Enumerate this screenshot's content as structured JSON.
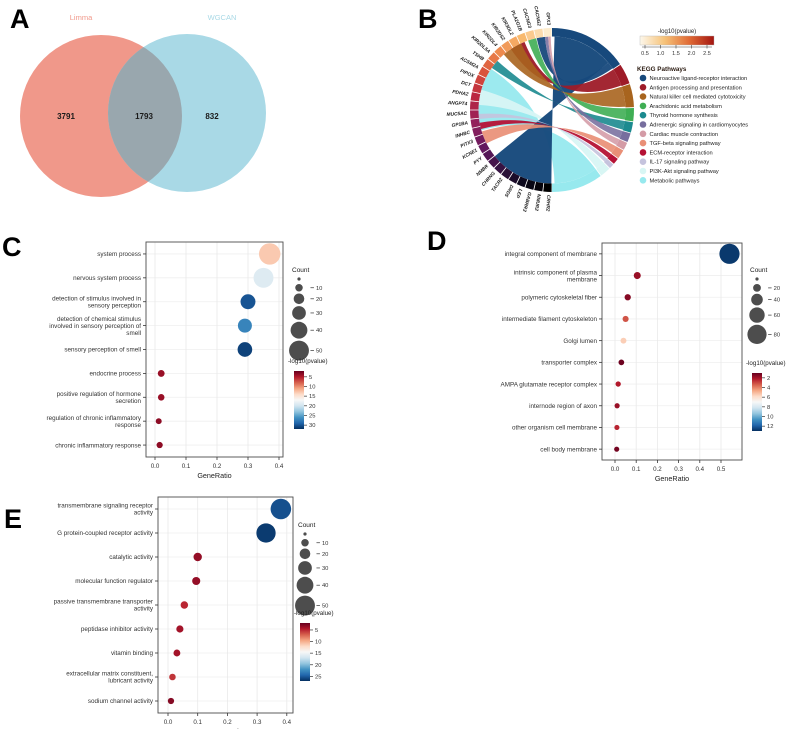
{
  "panels": [
    {
      "label": "A"
    },
    {
      "label": "B"
    },
    {
      "label": "C"
    },
    {
      "label": "D"
    },
    {
      "label": "E"
    }
  ],
  "chart_data": [
    {
      "id": "venn",
      "type": "venn",
      "sets": [
        {
          "name": "Limma",
          "color": "#f0988a",
          "only_count": "3791"
        },
        {
          "name": "WGCAN",
          "color": "#a9d9e6",
          "only_count": "832"
        }
      ],
      "intersection": {
        "count": "1793",
        "color": "#99a7ae"
      }
    },
    {
      "id": "chord",
      "type": "chord",
      "genes": [
        "GPX3",
        "CACNG2",
        "CACNG3",
        "PLA2G1B",
        "KIR3DL2",
        "KIR2DS2",
        "KIR2DL4",
        "KIR2DL5A",
        "TSHB",
        "ACSM2A",
        "PIPOX",
        "DCT",
        "PDHA2",
        "ANGPT4",
        "MUC5AC",
        "GP1BA",
        "INHBC",
        "PITX3",
        "KCNE1",
        "PYY",
        "NMBR",
        "CHRNG",
        "TACR2",
        "DRD5",
        "LEP",
        "GABRR3",
        "NMUR2",
        "CRHR2"
      ],
      "gene_arc_gradient": [
        "#fdeccd",
        "#f8b96e",
        "#ee8a4e",
        "#d9533b",
        "#bb2740",
        "#93205c",
        "#63195f",
        "#371343",
        "#0e0a1e",
        "#000000"
      ],
      "legend_title": "KEGG Pathways",
      "pathways": [
        {
          "name": "Neuroactive ligand-receptor interaction",
          "color": "#17497C",
          "span": [
            90,
            34
          ]
        },
        {
          "name": "Antigen processing and presentation",
          "color": "#9E1B28",
          "span": [
            33.4,
            19
          ]
        },
        {
          "name": "Natural killer cell mediated cytotoxicity",
          "color": "#A8641E",
          "span": [
            18.4,
            2
          ]
        },
        {
          "name": "Arachidonic acid metabolism",
          "color": "#3FAE54",
          "span": [
            1.4,
            -8
          ]
        },
        {
          "name": "Thyroid hormone synthesis",
          "color": "#1B8A8F",
          "span": [
            -8.6,
            -16
          ]
        },
        {
          "name": "Adrenergic signaling in cardiomyocytes",
          "color": "#776E9E",
          "span": [
            -16.6,
            -23
          ]
        },
        {
          "name": "Cardiac muscle contraction",
          "color": "#D49BA6",
          "span": [
            -23.6,
            -29
          ]
        },
        {
          "name": "TGF-beta signaling pathway",
          "color": "#E98F76",
          "span": [
            -29.6,
            -36
          ]
        },
        {
          "name": "ECM-receptor interaction",
          "color": "#B51235",
          "span": [
            -36.6,
            -41
          ]
        },
        {
          "name": "IL-17 signaling pathway",
          "color": "#C5C3DD",
          "span": [
            -41.6,
            -45
          ]
        },
        {
          "name": "PI3K-Akt signaling pathway",
          "color": "#D8F6F4",
          "span": [
            -45.6,
            -53
          ]
        },
        {
          "name": "Metabolic pathways",
          "color": "#97E9EE",
          "span": [
            -53.6,
            -90
          ]
        }
      ],
      "colorbar": {
        "title": "-log10(pvalue)",
        "ticks": [
          "0.5",
          "1.0",
          "1.5",
          "2.0",
          "2.5"
        ],
        "gradient": [
          "#fdf8ec",
          "#f6c278",
          "#e06a35",
          "#a31510"
        ]
      },
      "ribbons": [
        {
          "g": [
            146,
            196
          ],
          "p": [
            -53.6,
            -88
          ],
          "c": "#97E9EE",
          "o": 0.95
        },
        {
          "g": [
            164,
            176
          ],
          "p": [
            -45.6,
            -52.5
          ],
          "c": "#D8F6F4",
          "o": 0.95
        },
        {
          "g": [
            219,
            269.5
          ],
          "p": [
            88,
            40
          ],
          "c": "#17497C",
          "o": 0.97
        },
        {
          "g": [
            95.5,
            102
          ],
          "p": [
            40,
            34.5
          ],
          "c": "#17497C",
          "o": 0.95
        },
        {
          "g": [
            112,
            124
          ],
          "p": [
            33.4,
            19.5
          ],
          "c": "#9E1B28",
          "o": 0.95
        },
        {
          "g": [
            115,
            131
          ],
          "p": [
            18.4,
            2.5
          ],
          "c": "#A8641E",
          "o": 0.9
        },
        {
          "g": [
            102.5,
            109
          ],
          "p": [
            1.4,
            -7.5
          ],
          "c": "#3FAE54",
          "o": 0.9
        },
        {
          "g": [
            138,
            145
          ],
          "p": [
            -8.6,
            -15.5
          ],
          "c": "#1B8A8F",
          "o": 0.9
        },
        {
          "g": [
            93,
            95.5
          ],
          "p": [
            -16.6,
            -22.5
          ],
          "c": "#776E9E",
          "o": 0.88
        },
        {
          "g": [
            91,
            93
          ],
          "p": [
            -23.6,
            -28.5
          ],
          "c": "#D49BA6",
          "o": 0.88
        },
        {
          "g": [
            197,
            207
          ],
          "p": [
            -29.6,
            -35.5
          ],
          "c": "#E98F76",
          "o": 0.92
        },
        {
          "g": [
            190,
            195
          ],
          "p": [
            -36.6,
            -40.5
          ],
          "c": "#B51235",
          "o": 0.95
        },
        {
          "g": [
            183,
            187
          ],
          "p": [
            -41.6,
            -44.5
          ],
          "c": "#C5C3DD",
          "o": 0.9
        }
      ]
    },
    {
      "id": "bp",
      "type": "scatter",
      "xlabel": "GeneRatio",
      "xticks": [
        0.0,
        0.1,
        0.2,
        0.3,
        0.4
      ],
      "xlim": [
        -0.03,
        0.42
      ],
      "categories": [
        [
          "system process"
        ],
        [
          "nervous system process"
        ],
        [
          "detection of stimulus involved in",
          "sensory perception"
        ],
        [
          "detection of chemical stimulus",
          "involved in sensory perception of",
          "smell"
        ],
        [
          "sensory perception of smell"
        ],
        [
          "endocrine process"
        ],
        [
          "positive regulation of hormone",
          "secretion"
        ],
        [
          "regulation of chronic inflammatory",
          "response"
        ],
        [
          "chronic inflammatory response"
        ]
      ],
      "points": [
        {
          "gene_ratio": 0.37,
          "count": 55,
          "neglog10p": 13
        },
        {
          "gene_ratio": 0.35,
          "count": 50,
          "neglog10p": 19
        },
        {
          "gene_ratio": 0.3,
          "count": 34,
          "neglog10p": 30
        },
        {
          "gene_ratio": 0.29,
          "count": 31,
          "neglog10p": 27
        },
        {
          "gene_ratio": 0.29,
          "count": 33,
          "neglog10p": 31
        },
        {
          "gene_ratio": 0.02,
          "count": 8,
          "neglog10p": 4
        },
        {
          "gene_ratio": 0.02,
          "count": 7,
          "neglog10p": 4
        },
        {
          "gene_ratio": 0.012,
          "count": 5,
          "neglog10p": 3.5
        },
        {
          "gene_ratio": 0.015,
          "count": 6,
          "neglog10p": 3.5
        }
      ],
      "legend": {
        "count_title": "Count",
        "count_values": [
          10,
          20,
          30,
          40,
          50
        ],
        "pvalue_title": "-log10(pvalue)",
        "pvalue_ticks": [
          5,
          10,
          15,
          20,
          25,
          30
        ],
        "vmin": 2,
        "vmax": 32
      },
      "size_scale": {
        "base": 2.2,
        "factor": 0.155
      }
    },
    {
      "id": "cc",
      "type": "scatter",
      "xlabel": "GeneRatio",
      "xticks": [
        0.0,
        0.1,
        0.2,
        0.3,
        0.4,
        0.5
      ],
      "xlim": [
        -0.03,
        0.6
      ],
      "categories": [
        [
          "integral component of membrane"
        ],
        [
          "intrinsic component of plasma",
          "membrane"
        ],
        [
          "polymeric cytoskeletal fiber"
        ],
        [
          "intermediate filament cytoskeleton"
        ],
        [
          "Golgi lumen"
        ],
        [
          "transporter complex"
        ],
        [
          "AMPA glutamate receptor complex"
        ],
        [
          "internode region of axon"
        ],
        [
          "other organism cell membrane"
        ],
        [
          "cell body membrane"
        ]
      ],
      "points": [
        {
          "gene_ratio": 0.54,
          "count": 85,
          "neglog10p": 12.8
        },
        {
          "gene_ratio": 0.105,
          "count": 16,
          "neglog10p": 1.8
        },
        {
          "gene_ratio": 0.06,
          "count": 12,
          "neglog10p": 1.5
        },
        {
          "gene_ratio": 0.05,
          "count": 11,
          "neglog10p": 3.2
        },
        {
          "gene_ratio": 0.04,
          "count": 10,
          "neglog10p": 5.5
        },
        {
          "gene_ratio": 0.03,
          "count": 9,
          "neglog10p": 1.1
        },
        {
          "gene_ratio": 0.015,
          "count": 7,
          "neglog10p": 2.2
        },
        {
          "gene_ratio": 0.01,
          "count": 6,
          "neglog10p": 1.8
        },
        {
          "gene_ratio": 0.009,
          "count": 6,
          "neglog10p": 2.4
        },
        {
          "gene_ratio": 0.008,
          "count": 6,
          "neglog10p": 1.2
        }
      ],
      "legend": {
        "count_title": "Count",
        "count_values": [
          20,
          40,
          60,
          80
        ],
        "pvalue_title": "-log10(pvalue)",
        "pvalue_ticks": [
          2,
          4,
          6,
          8,
          10,
          12
        ],
        "vmin": 1,
        "vmax": 13
      },
      "size_scale": {
        "base": 2.0,
        "factor": 0.095
      }
    },
    {
      "id": "mf",
      "type": "scatter",
      "xlabel": "GeneRatio",
      "xticks": [
        0.0,
        0.1,
        0.2,
        0.3,
        0.4
      ],
      "xlim": [
        -0.03,
        0.42
      ],
      "categories": [
        [
          "transmembrane signaling receptor",
          "activity"
        ],
        [
          "G protein-coupled receptor activity"
        ],
        [
          "catalytic activity"
        ],
        [
          "molecular function regulator"
        ],
        [
          "passive transmembrane transporter",
          "activity"
        ],
        [
          "peptidase inhibitor activity"
        ],
        [
          "vitamin binding"
        ],
        [
          "extracellular matrix constituent,",
          "lubricant activity"
        ],
        [
          "sodium channel activity"
        ]
      ],
      "points": [
        {
          "gene_ratio": 0.38,
          "count": 52,
          "neglog10p": 25.5
        },
        {
          "gene_ratio": 0.33,
          "count": 48,
          "neglog10p": 26.5
        },
        {
          "gene_ratio": 0.1,
          "count": 13,
          "neglog10p": 3.5
        },
        {
          "gene_ratio": 0.095,
          "count": 12,
          "neglog10p": 3.5
        },
        {
          "gene_ratio": 0.055,
          "count": 10,
          "neglog10p": 5
        },
        {
          "gene_ratio": 0.04,
          "count": 9,
          "neglog10p": 4
        },
        {
          "gene_ratio": 0.03,
          "count": 8,
          "neglog10p": 4
        },
        {
          "gene_ratio": 0.015,
          "count": 7,
          "neglog10p": 5.5
        },
        {
          "gene_ratio": 0.01,
          "count": 6,
          "neglog10p": 3
        }
      ],
      "legend": {
        "count_title": "Count",
        "count_values": [
          10,
          20,
          30,
          40,
          50
        ],
        "pvalue_title": "-log10(pvalue)",
        "pvalue_ticks": [
          5,
          10,
          15,
          20,
          25
        ],
        "vmin": 2,
        "vmax": 27
      },
      "size_scale": {
        "base": 2.2,
        "factor": 0.155
      }
    }
  ]
}
